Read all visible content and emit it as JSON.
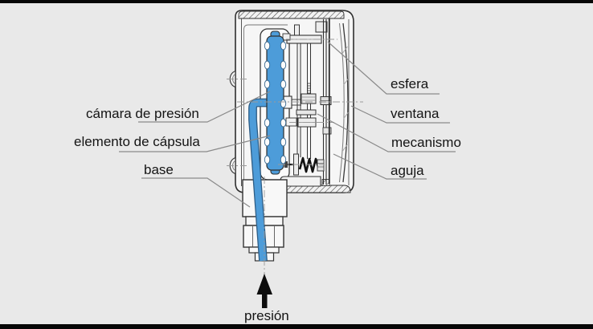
{
  "canvas": {
    "background": "#e9e9e9",
    "frame_bar_color": "#070707"
  },
  "palette": {
    "capsule_blue": "#4d9cd9",
    "tube_outline": "#2e5d85",
    "drawing_outline": "#2f2f2f",
    "leader_gray": "#8a8a8a",
    "text_color": "#141414"
  },
  "callouts": {
    "left": [
      {
        "label": "cámara de presión"
      },
      {
        "label": "elemento de cápsula"
      },
      {
        "label": "base"
      }
    ],
    "right": [
      {
        "label": "esfera"
      },
      {
        "label": "ventana"
      },
      {
        "label": "mecanismo"
      },
      {
        "label": "aguja"
      }
    ],
    "flow": {
      "label": "presión"
    }
  },
  "icons": {
    "pressure_arrow": "upward arrow indicating pressure inlet"
  }
}
